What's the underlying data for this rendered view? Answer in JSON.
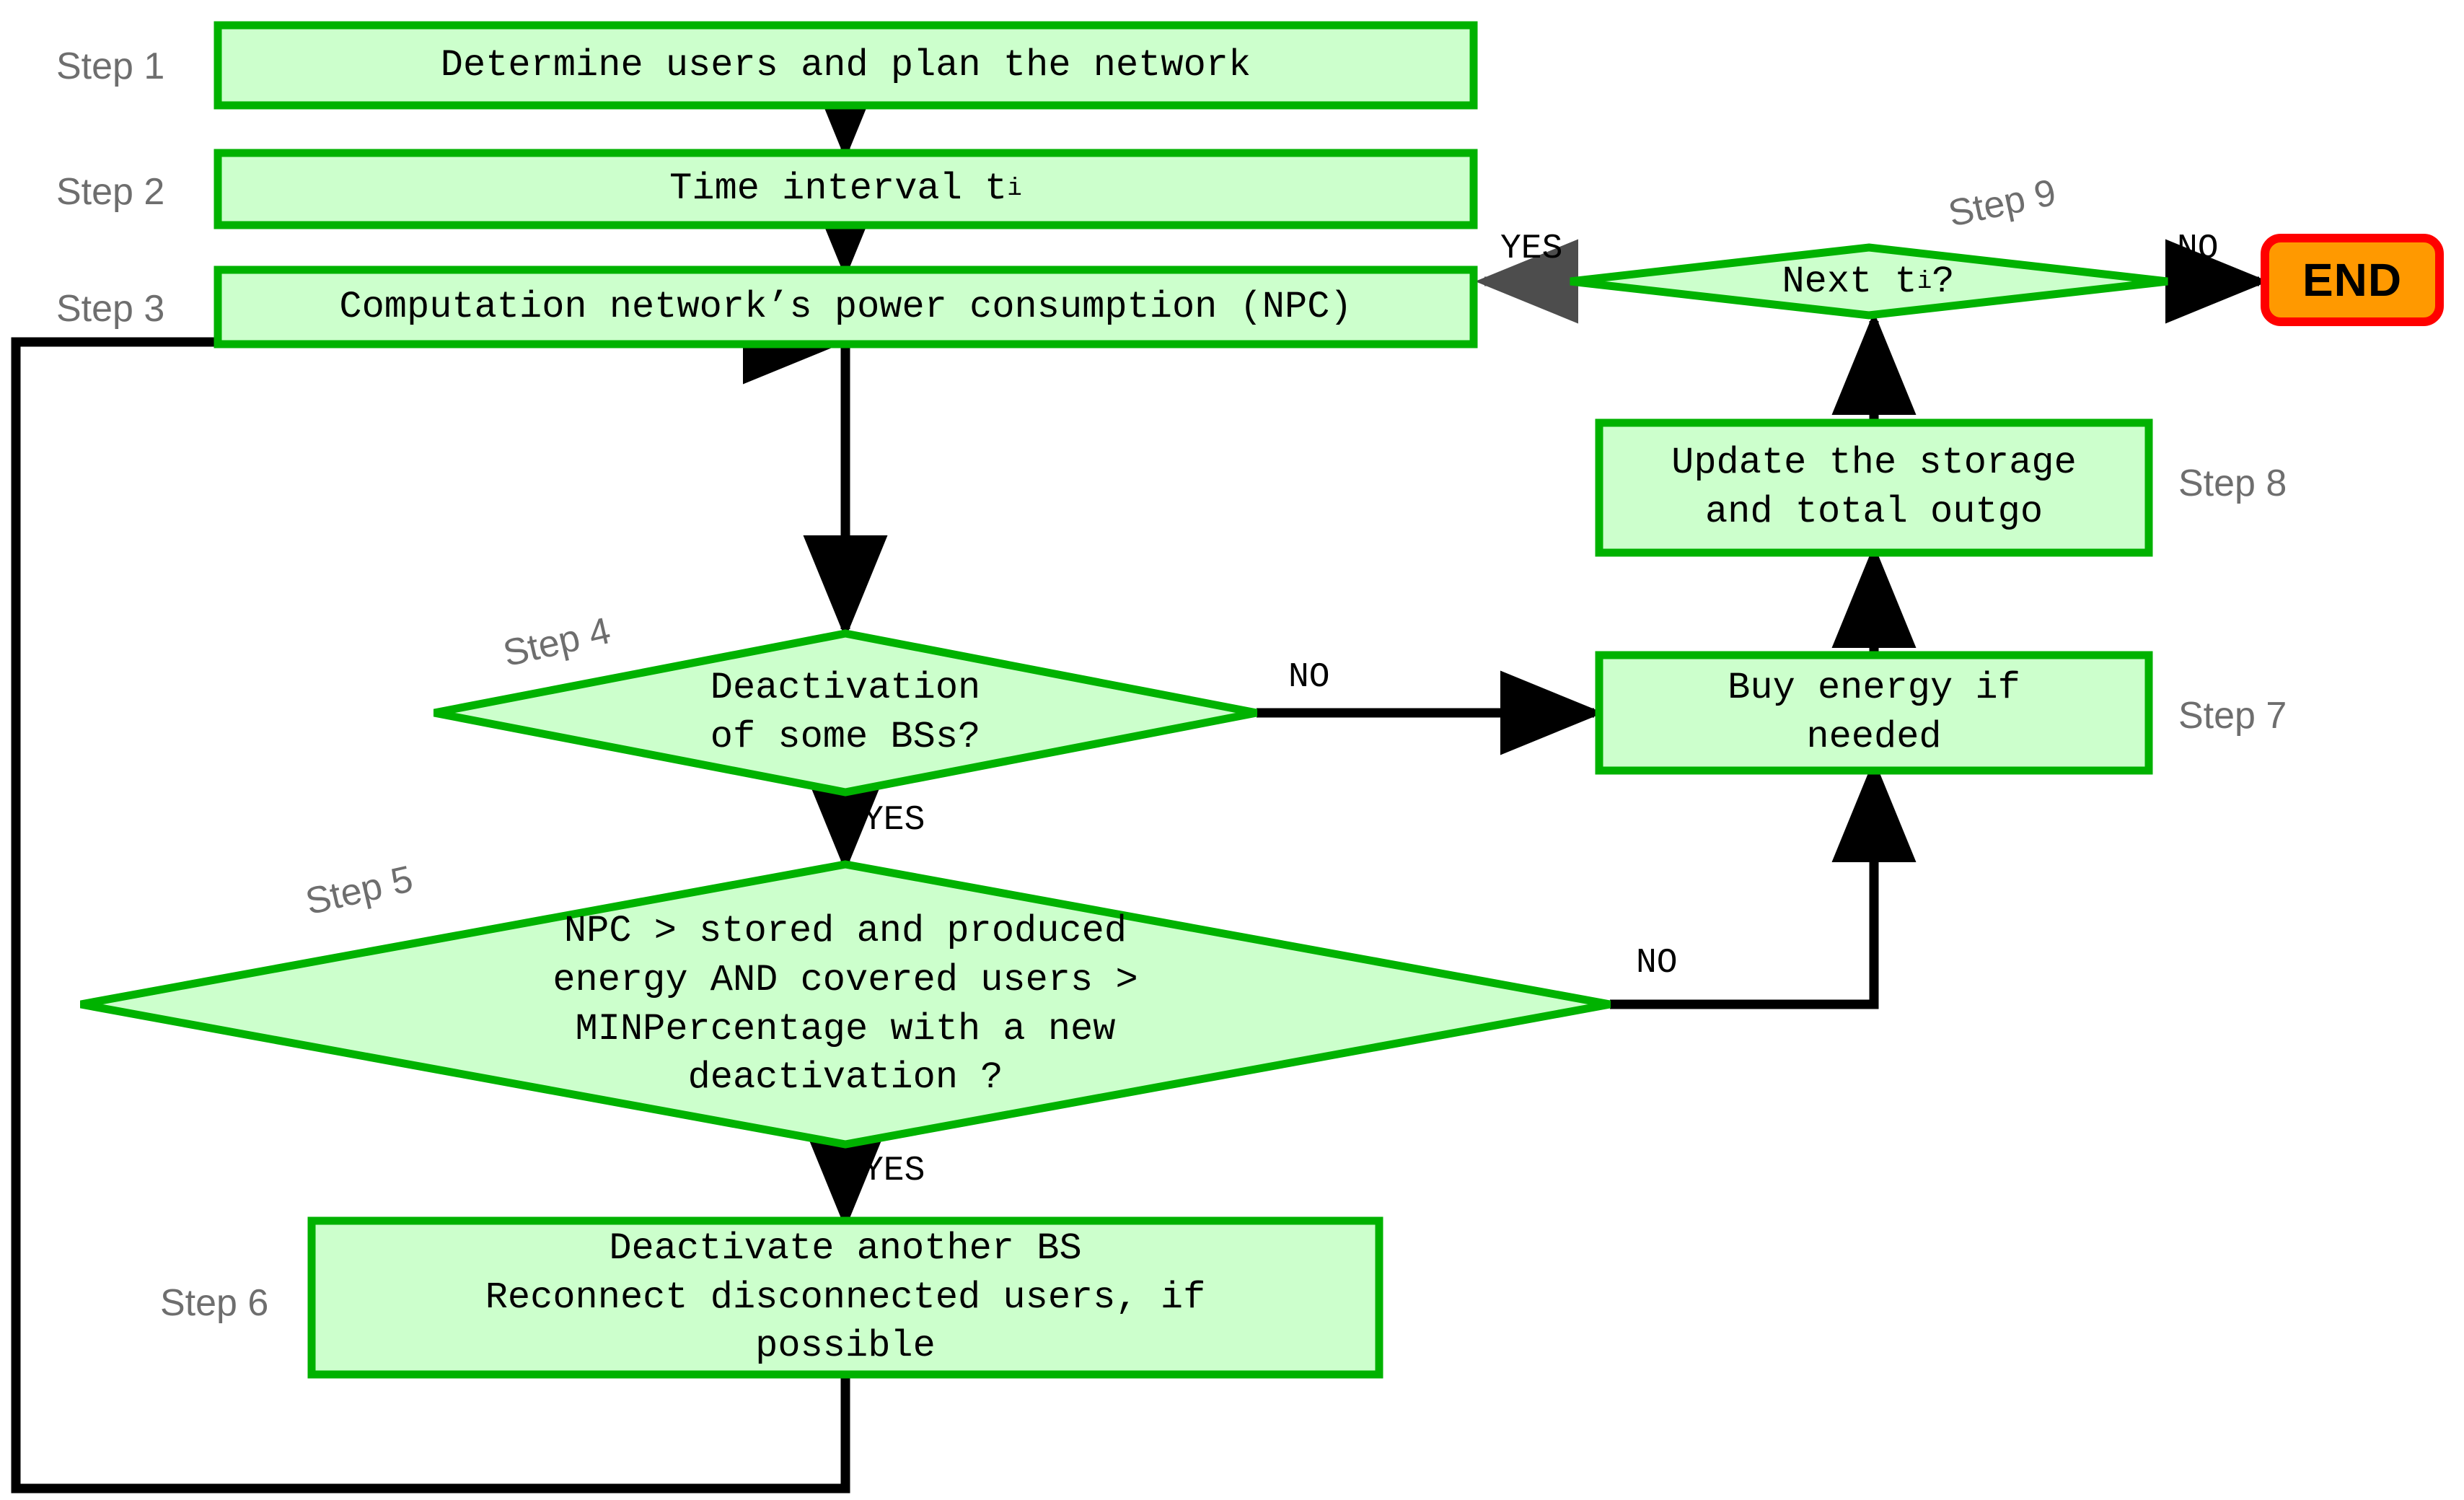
{
  "diagram": {
    "title": "Network energy-management algorithm flowchart",
    "colors": {
      "node_fill": "#CCFFCC",
      "node_stroke": "#00B200",
      "end_fill": "#FF9900",
      "end_stroke": "#FF0000",
      "arrow_black": "#000000",
      "arrow_gray": "#4D4D4D",
      "step_label": "#6E6E6E",
      "background": "#FFFFFF"
    }
  },
  "steps": [
    {
      "id": "step1",
      "label": "Step 1",
      "shape": "process",
      "text": "Determine users and plan the network"
    },
    {
      "id": "step2",
      "label": "Step 2",
      "shape": "process",
      "text": "Time interval  t",
      "subscript": "i"
    },
    {
      "id": "step3",
      "label": "Step 3",
      "shape": "process",
      "text": "Computation network’s power consumption (NPC)"
    },
    {
      "id": "step4",
      "label": "Step 4",
      "shape": "decision",
      "text": "Deactivation\nof some BSs?"
    },
    {
      "id": "step5",
      "label": "Step 5",
      "shape": "decision",
      "text": "NPC > stored and produced\nenergy AND covered users >\nMINPercentage with a new\ndeactivation ?"
    },
    {
      "id": "step6",
      "label": "Step 6",
      "shape": "process",
      "text": "Deactivate another BS\nReconnect disconnected users, if\npossible"
    },
    {
      "id": "step7",
      "label": "Step 7",
      "shape": "process",
      "text": "Buy energy if\nneeded"
    },
    {
      "id": "step8",
      "label": "Step 8",
      "shape": "process",
      "text": "Update the storage\nand total outgo"
    },
    {
      "id": "step9",
      "label": "Step 9",
      "shape": "decision",
      "text": "Next t",
      "subscript": "i",
      "text_after": "?"
    }
  ],
  "terminator": {
    "id": "end",
    "text": "END"
  },
  "edge_labels": {
    "step4_no": "NO",
    "step4_yes": "YES",
    "step5_no": "NO",
    "step5_yes": "YES",
    "step9_yes": "YES",
    "step9_no": "NO"
  },
  "edges": [
    {
      "from": "step1",
      "to": "step2",
      "label": ""
    },
    {
      "from": "step2",
      "to": "step3",
      "label": ""
    },
    {
      "from": "step3",
      "to": "step4",
      "label": ""
    },
    {
      "from": "step4",
      "to": "step7",
      "label": "NO"
    },
    {
      "from": "step4",
      "to": "step5",
      "label": "YES"
    },
    {
      "from": "step5",
      "to": "step7",
      "label": "NO"
    },
    {
      "from": "step5",
      "to": "step6",
      "label": "YES"
    },
    {
      "from": "step6",
      "to": "step3",
      "label": ""
    },
    {
      "from": "step7",
      "to": "step8",
      "label": ""
    },
    {
      "from": "step8",
      "to": "step9",
      "label": ""
    },
    {
      "from": "step9",
      "to": "step2",
      "label": "YES"
    },
    {
      "from": "step9",
      "to": "end",
      "label": "NO"
    }
  ]
}
